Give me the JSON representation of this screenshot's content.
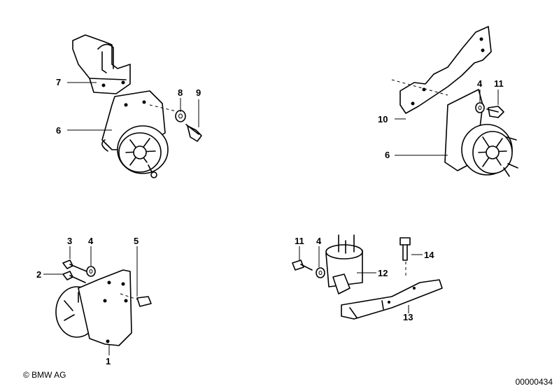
{
  "labels": {
    "tl_7": "7",
    "tl_6": "6",
    "tl_8": "8",
    "tl_9": "9",
    "tr_4": "4",
    "tr_11": "11",
    "tr_10": "10",
    "tr_6": "6",
    "bl_3": "3",
    "bl_4": "4",
    "bl_5": "5",
    "bl_2": "2",
    "bl_1": "1",
    "br_11": "11",
    "br_4": "4",
    "br_14": "14",
    "br_12": "12",
    "br_13": "13"
  },
  "footer": {
    "copyright": "© BMW AG",
    "doc_number": "00000434"
  }
}
